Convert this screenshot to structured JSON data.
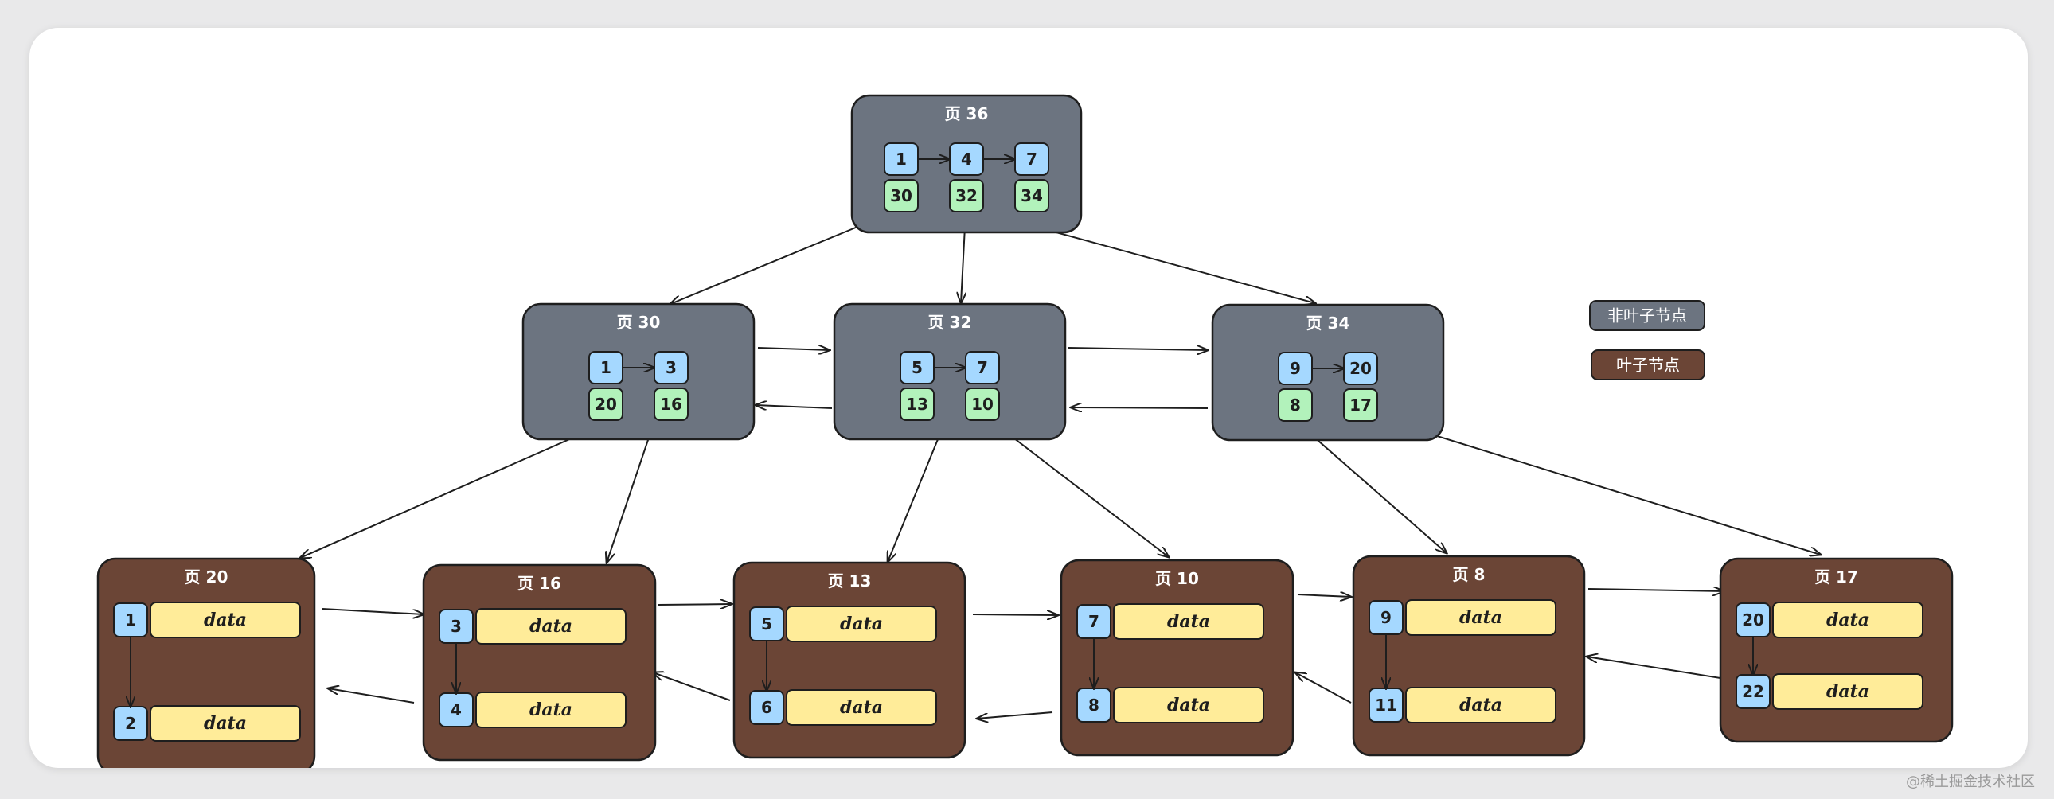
{
  "watermark": "@稀土掘金技术社区",
  "colors": {
    "non_leaf_fill": "#6c7480",
    "leaf_fill": "#6b4536",
    "pointer_key": "#a5d8ff",
    "child_page_key": "#b2f2bb",
    "data_block": "#ffec99",
    "stroke": "#1e1e1e"
  },
  "legend": [
    {
      "label": "非叶子节点",
      "kind": "non-leaf"
    },
    {
      "label": "叶子节点",
      "kind": "leaf"
    }
  ],
  "nodes": [
    {
      "id": "p36",
      "title": "页 36",
      "kind": "non-leaf",
      "keys": [
        "1",
        "4",
        "7"
      ],
      "children": [
        "30",
        "32",
        "34"
      ]
    },
    {
      "id": "p30",
      "title": "页 30",
      "kind": "non-leaf",
      "keys": [
        "1",
        "3"
      ],
      "children": [
        "20",
        "16"
      ]
    },
    {
      "id": "p32",
      "title": "页 32",
      "kind": "non-leaf",
      "keys": [
        "5",
        "7"
      ],
      "children": [
        "13",
        "10"
      ]
    },
    {
      "id": "p34",
      "title": "页 34",
      "kind": "non-leaf",
      "keys": [
        "9",
        "20"
      ],
      "children": [
        "8",
        "17"
      ]
    },
    {
      "id": "p20",
      "title": "页 20",
      "kind": "leaf",
      "records": [
        {
          "key": "1",
          "data": "data"
        },
        {
          "key": "2",
          "data": "data"
        }
      ]
    },
    {
      "id": "p16",
      "title": "页 16",
      "kind": "leaf",
      "records": [
        {
          "key": "3",
          "data": "data"
        },
        {
          "key": "4",
          "data": "data"
        }
      ]
    },
    {
      "id": "p13",
      "title": "页 13",
      "kind": "leaf",
      "records": [
        {
          "key": "5",
          "data": "data"
        },
        {
          "key": "6",
          "data": "data"
        }
      ]
    },
    {
      "id": "p10",
      "title": "页 10",
      "kind": "leaf",
      "records": [
        {
          "key": "7",
          "data": "data"
        },
        {
          "key": "8",
          "data": "data"
        }
      ]
    },
    {
      "id": "p8",
      "title": "页 8",
      "kind": "leaf",
      "records": [
        {
          "key": "9",
          "data": "data"
        },
        {
          "key": "11",
          "data": "data"
        }
      ]
    },
    {
      "id": "p17",
      "title": "页 17",
      "kind": "leaf",
      "records": [
        {
          "key": "20",
          "data": "data"
        },
        {
          "key": "22",
          "data": "data"
        }
      ]
    }
  ],
  "edges": [
    {
      "from": "p36",
      "to": "p30",
      "type": "child"
    },
    {
      "from": "p36",
      "to": "p32",
      "type": "child"
    },
    {
      "from": "p36",
      "to": "p34",
      "type": "child"
    },
    {
      "from": "p30",
      "to": "p20",
      "type": "child"
    },
    {
      "from": "p30",
      "to": "p16",
      "type": "child"
    },
    {
      "from": "p32",
      "to": "p13",
      "type": "child"
    },
    {
      "from": "p32",
      "to": "p10",
      "type": "child"
    },
    {
      "from": "p34",
      "to": "p8",
      "type": "child"
    },
    {
      "from": "p34",
      "to": "p17",
      "type": "child"
    },
    {
      "from": "p30",
      "to": "p32",
      "type": "sibling"
    },
    {
      "from": "p32",
      "to": "p30",
      "type": "sibling"
    },
    {
      "from": "p32",
      "to": "p34",
      "type": "sibling"
    },
    {
      "from": "p34",
      "to": "p32",
      "type": "sibling"
    },
    {
      "from": "p20",
      "to": "p16",
      "type": "sibling"
    },
    {
      "from": "p16",
      "to": "p20",
      "type": "sibling"
    },
    {
      "from": "p16",
      "to": "p13",
      "type": "sibling"
    },
    {
      "from": "p13",
      "to": "p16",
      "type": "sibling"
    },
    {
      "from": "p13",
      "to": "p10",
      "type": "sibling"
    },
    {
      "from": "p10",
      "to": "p13",
      "type": "sibling"
    },
    {
      "from": "p10",
      "to": "p8",
      "type": "sibling"
    },
    {
      "from": "p8",
      "to": "p10",
      "type": "sibling"
    },
    {
      "from": "p8",
      "to": "p17",
      "type": "sibling"
    },
    {
      "from": "p17",
      "to": "p8",
      "type": "sibling"
    }
  ]
}
